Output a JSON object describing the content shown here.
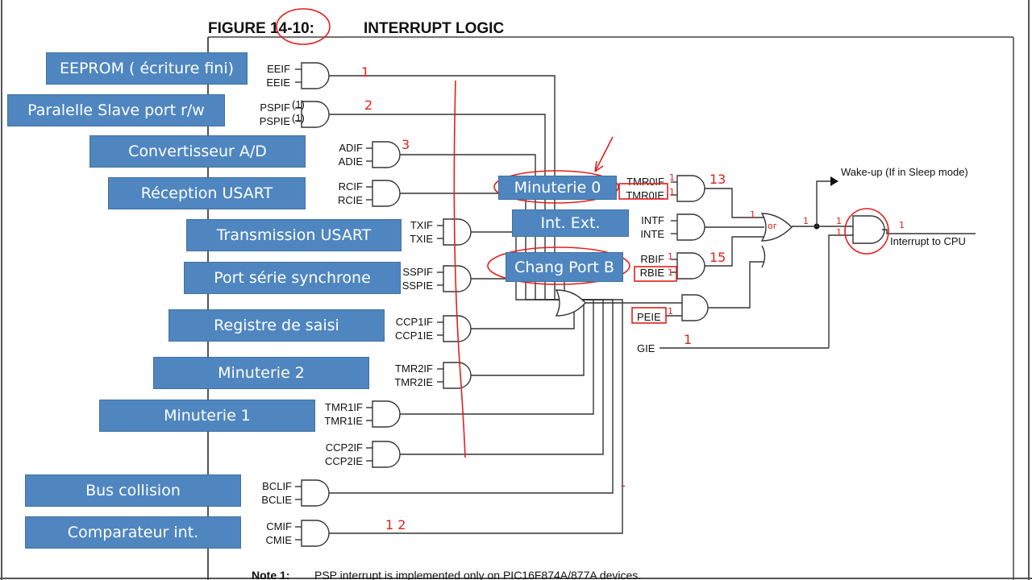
{
  "figure": {
    "number": "FIGURE 14-10:",
    "title": "INTERRUPT LOGIC",
    "note_label": "Note 1:",
    "note_text": "PSP interrupt is implemented only on PIC16F874A/877A devices."
  },
  "source_boxes": [
    {
      "label": "EEPROM ( écriture fini)"
    },
    {
      "label": "Paralelle Slave port r/w"
    },
    {
      "label": "Convertisseur A/D"
    },
    {
      "label": "Réception USART"
    },
    {
      "label": "Transmission USART"
    },
    {
      "label": "Port série synchrone"
    },
    {
      "label": "Registre de saisi"
    },
    {
      "label": "Minuterie 2"
    },
    {
      "label": "Minuterie 1"
    },
    {
      "label": "Bus collision"
    },
    {
      "label": "Comparateur int."
    }
  ],
  "peripheral_gates": [
    {
      "flag": "EEIF",
      "enable": "EEIE"
    },
    {
      "flag": "PSPIF",
      "enable": "PSPIE",
      "footnote": "(1)"
    },
    {
      "flag": "ADIF",
      "enable": "ADIE"
    },
    {
      "flag": "RCIF",
      "enable": "RCIE"
    },
    {
      "flag": "TXIF",
      "enable": "TXIE"
    },
    {
      "flag": "SSPIF",
      "enable": "SSPIE"
    },
    {
      "flag": "CCP1IF",
      "enable": "CCP1IE"
    },
    {
      "flag": "TMR2IF",
      "enable": "TMR2IE"
    },
    {
      "flag": "TMR1IF",
      "enable": "TMR1IE"
    },
    {
      "flag": "CCP2IF",
      "enable": "CCP2IE"
    },
    {
      "flag": "BCLIF",
      "enable": "BCLIE"
    },
    {
      "flag": "CMIF",
      "enable": "CMIE"
    }
  ],
  "core_boxes": [
    {
      "label": "Minuterie 0"
    },
    {
      "label": "Int. Ext."
    },
    {
      "label": "Chang Port B"
    }
  ],
  "core_gates": [
    {
      "flag": "TMR0IF",
      "enable": "TMR0IE"
    },
    {
      "flag": "INTF",
      "enable": "INTE"
    },
    {
      "flag": "RBIF",
      "enable": "RBIE"
    }
  ],
  "control_signals": {
    "peie": "PEIE",
    "gie": "GIE",
    "wakeup": "Wake-up (If in Sleep mode)",
    "interrupt_out": "Interrupt to CPU"
  },
  "annotations": {
    "n1": "1",
    "n2": "2",
    "n3": "3",
    "n12": "1 2",
    "n13": "13",
    "n15": "15",
    "or_label": "or",
    "one": "1",
    "dash": "-"
  },
  "colors": {
    "box_fill": "#4f86c0",
    "annotation_red": "#e0201c",
    "line": "#333333"
  }
}
